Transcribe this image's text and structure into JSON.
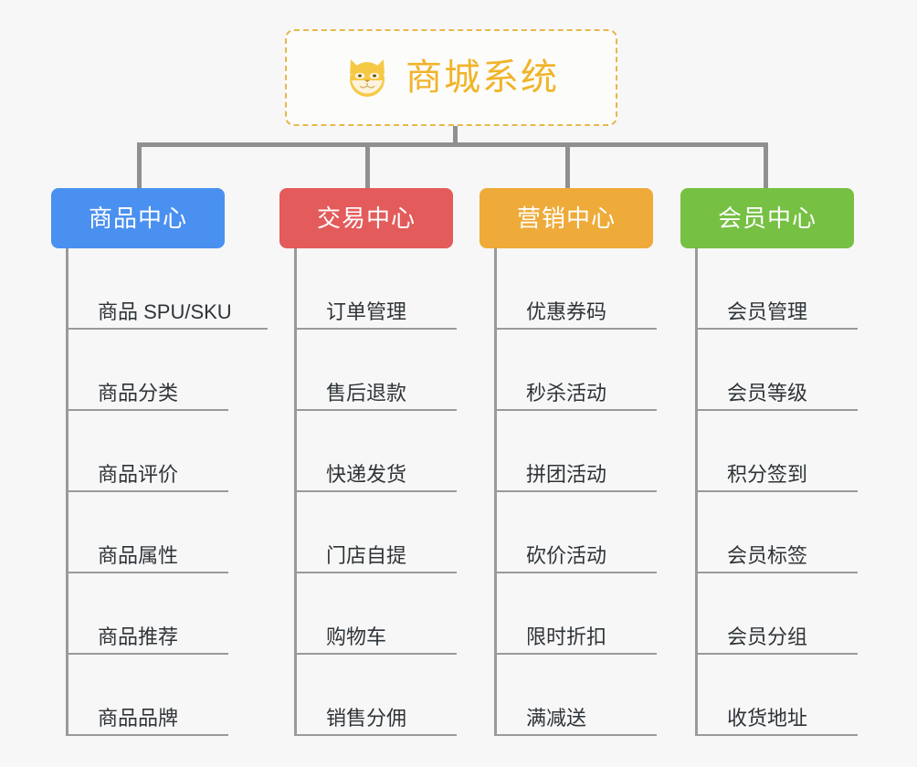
{
  "root": {
    "title": "商城系统",
    "icon": "shiba-dog-face-icon",
    "border_color": "#e8b84b",
    "title_color": "#f0b429"
  },
  "canvas": {
    "background": "#f7f7f7",
    "connector_color": "#909090"
  },
  "categories": [
    {
      "label": "商品中心",
      "color": "#4a90f0",
      "items": [
        "商品 SPU/SKU",
        "商品分类",
        "商品评价",
        "商品属性",
        "商品推荐",
        "商品品牌"
      ]
    },
    {
      "label": "交易中心",
      "color": "#e35b5b",
      "items": [
        "订单管理",
        "售后退款",
        "快递发货",
        "门店自提",
        "购物车",
        "销售分佣"
      ]
    },
    {
      "label": "营销中心",
      "color": "#eeab3a",
      "items": [
        "优惠券码",
        "秒杀活动",
        "拼团活动",
        "砍价活动",
        "限时折扣",
        "满减送"
      ]
    },
    {
      "label": "会员中心",
      "color": "#76c043",
      "items": [
        "会员管理",
        "会员等级",
        "积分签到",
        "会员标签",
        "会员分组",
        "收货地址"
      ]
    }
  ]
}
